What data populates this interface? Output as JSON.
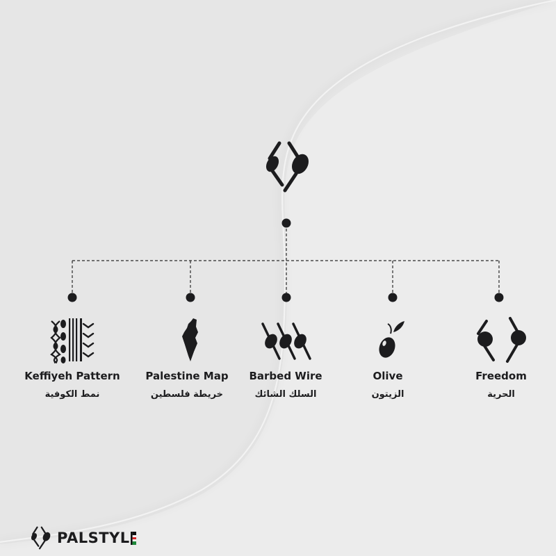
{
  "diagram": {
    "items": [
      {
        "name_en": "Keffiyeh Pattern",
        "name_ar": "نمط الكوفية",
        "icon": "keffiyeh-pattern-icon"
      },
      {
        "name_en": "Palestine Map",
        "name_ar": "خريطة فلسطين",
        "icon": "palestine-map-icon"
      },
      {
        "name_en": "Barbed Wire",
        "name_ar": "السلك الشائك",
        "icon": "barbed-wire-icon"
      },
      {
        "name_en": "Olive",
        "name_ar": "الزيتون",
        "icon": "olive-icon"
      },
      {
        "name_en": "Freedom",
        "name_ar": "الحرية",
        "icon": "freedom-icon"
      }
    ],
    "root_icon": "palstyle-logo-icon"
  },
  "brand": {
    "name": "PALSTYL",
    "logo_icon": "palstyle-logo-icon",
    "flag_icon": "palestine-flag-icon",
    "flag_colors": [
      "#111111",
      "#f2f2f2",
      "#1f8a3b",
      "#d62828"
    ]
  },
  "colors": {
    "background": "#e8e8e8",
    "curve": "#f1f1f1",
    "ink": "#1c1c1e"
  }
}
